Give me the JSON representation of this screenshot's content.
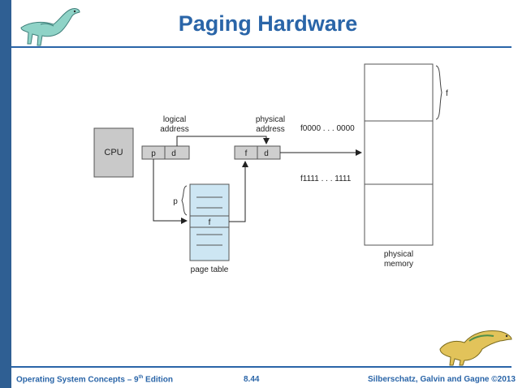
{
  "slide": {
    "title": "Paging Hardware",
    "footer_left_prefix": "Operating System Concepts – 9",
    "footer_left_sup": "th",
    "footer_left_suffix": " Edition",
    "footer_center": "8.44",
    "footer_right": "Silberschatz, Galvin and Gagne ©2013"
  },
  "diagram": {
    "cpu_label": "CPU",
    "logical_address_label": [
      "logical",
      "address"
    ],
    "physical_address_label": [
      "physical",
      "address"
    ],
    "logical_p": "p",
    "logical_d": "d",
    "physical_f": "f",
    "physical_d": "d",
    "page_table_p": "p",
    "page_table_f": "f",
    "page_table_label": "page table",
    "frame_start_addr": "f0000 . . . 0000",
    "frame_end_addr": "f1111 . . . 1111",
    "frame_brace_label": "f",
    "physical_memory_label": [
      "physical",
      "memory"
    ]
  },
  "colors": {
    "accent": "#2a65a8",
    "cpu_fill": "#c9c9c9",
    "page_table_fill": "#cde6f3"
  },
  "icons": {
    "top_left": "dinosaur-icon",
    "bottom_right": "dinosaur-icon"
  }
}
